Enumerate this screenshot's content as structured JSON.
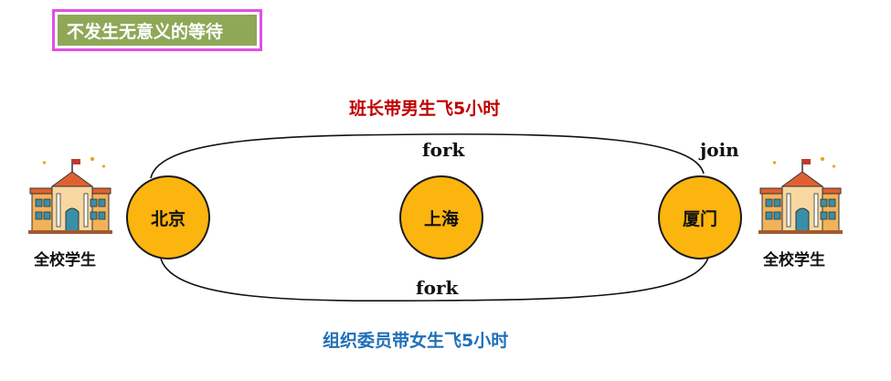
{
  "title": "不发生无意义的等待",
  "top_caption": "班长带男生飞5小时",
  "bottom_caption": "组织委员带女生飞5小时",
  "edges": {
    "top_label": "fork",
    "bottom_label": "fork",
    "join_label": "join"
  },
  "nodes": {
    "beijing": "北京",
    "shanghai": "上海",
    "xiamen": "厦门"
  },
  "schools": {
    "left_label": "全校学生",
    "right_label": "全校学生"
  },
  "colors": {
    "title_bg": "#8fa858",
    "title_border": "#e34ee3",
    "node_fill": "#fcb40f",
    "top_caption": "#c00000",
    "bottom_caption": "#1f6fb8"
  },
  "icons": {
    "school": "school-building-icon"
  }
}
